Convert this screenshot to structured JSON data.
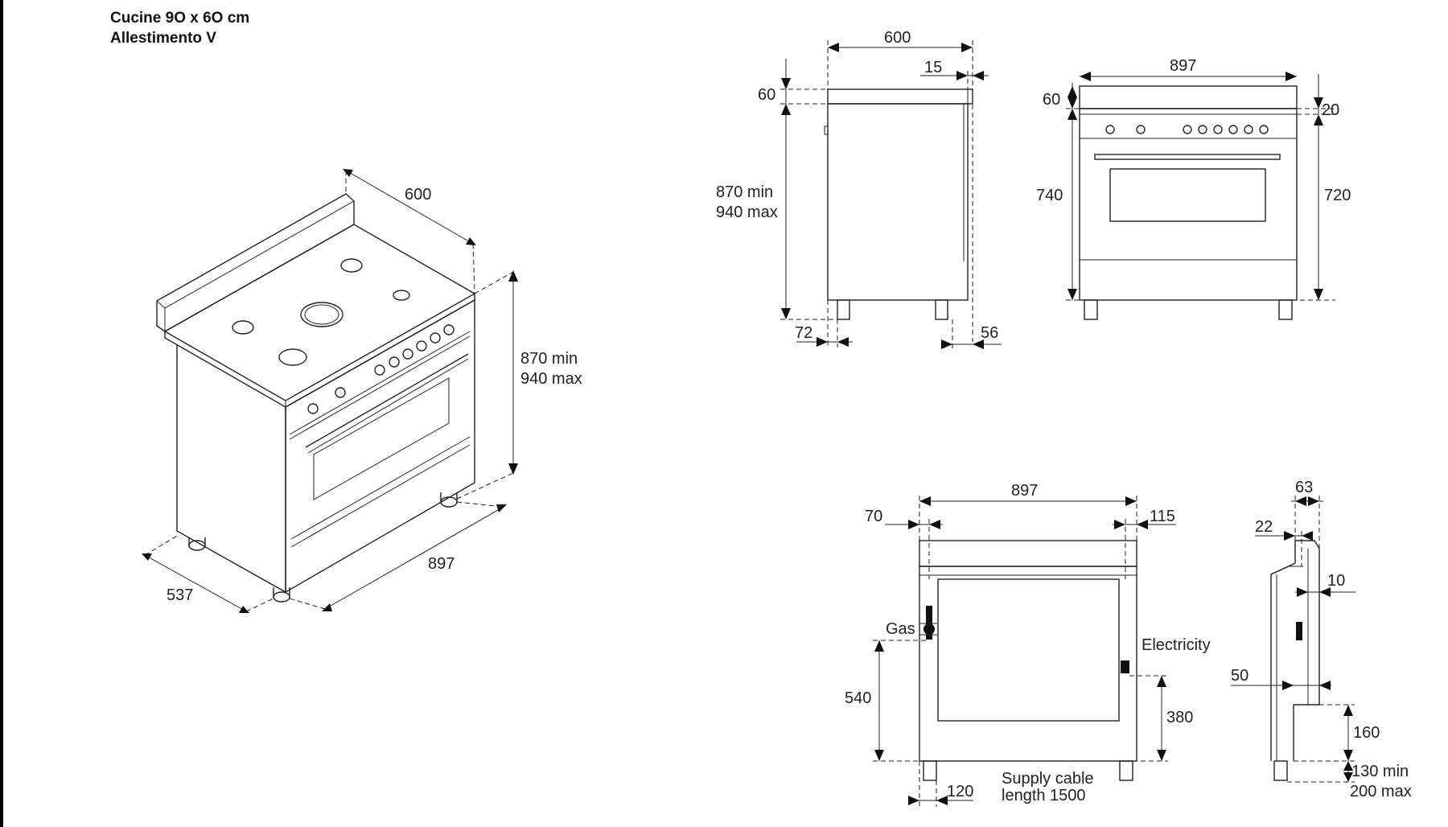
{
  "title": {
    "line1": "Cucine 9O x 6O cm",
    "line2": "Allestimento V"
  },
  "iso_view": {
    "depth": "600",
    "height_min": "870 min",
    "height_max": "940 max",
    "width": "897",
    "side": "537"
  },
  "side_view": {
    "depth": "600",
    "backguard_offset": "15",
    "backguard_height": "60",
    "height_min": "870 min",
    "height_max": "940 max",
    "front_foot": "72",
    "rear_foot": "56"
  },
  "front_view": {
    "width": "897",
    "backguard_height": "60",
    "top_offset": "20",
    "body_height": "740",
    "inner_height": "720"
  },
  "rear_view": {
    "width": "897",
    "left_offset": "70",
    "right_offset": "115",
    "gas_label": "Gas",
    "electricity_label": "Electricity",
    "gas_height": "540",
    "electricity_height": "380",
    "foot_offset": "120",
    "cable_line1": "Supply cable",
    "cable_line2": "length 1500"
  },
  "section_view": {
    "total_depth": "63",
    "inner_offset": "22",
    "outlet_offset": "10",
    "lower_offset": "50",
    "plinth_height": "160",
    "foot_min": "130 min",
    "foot_max": "200 max"
  }
}
